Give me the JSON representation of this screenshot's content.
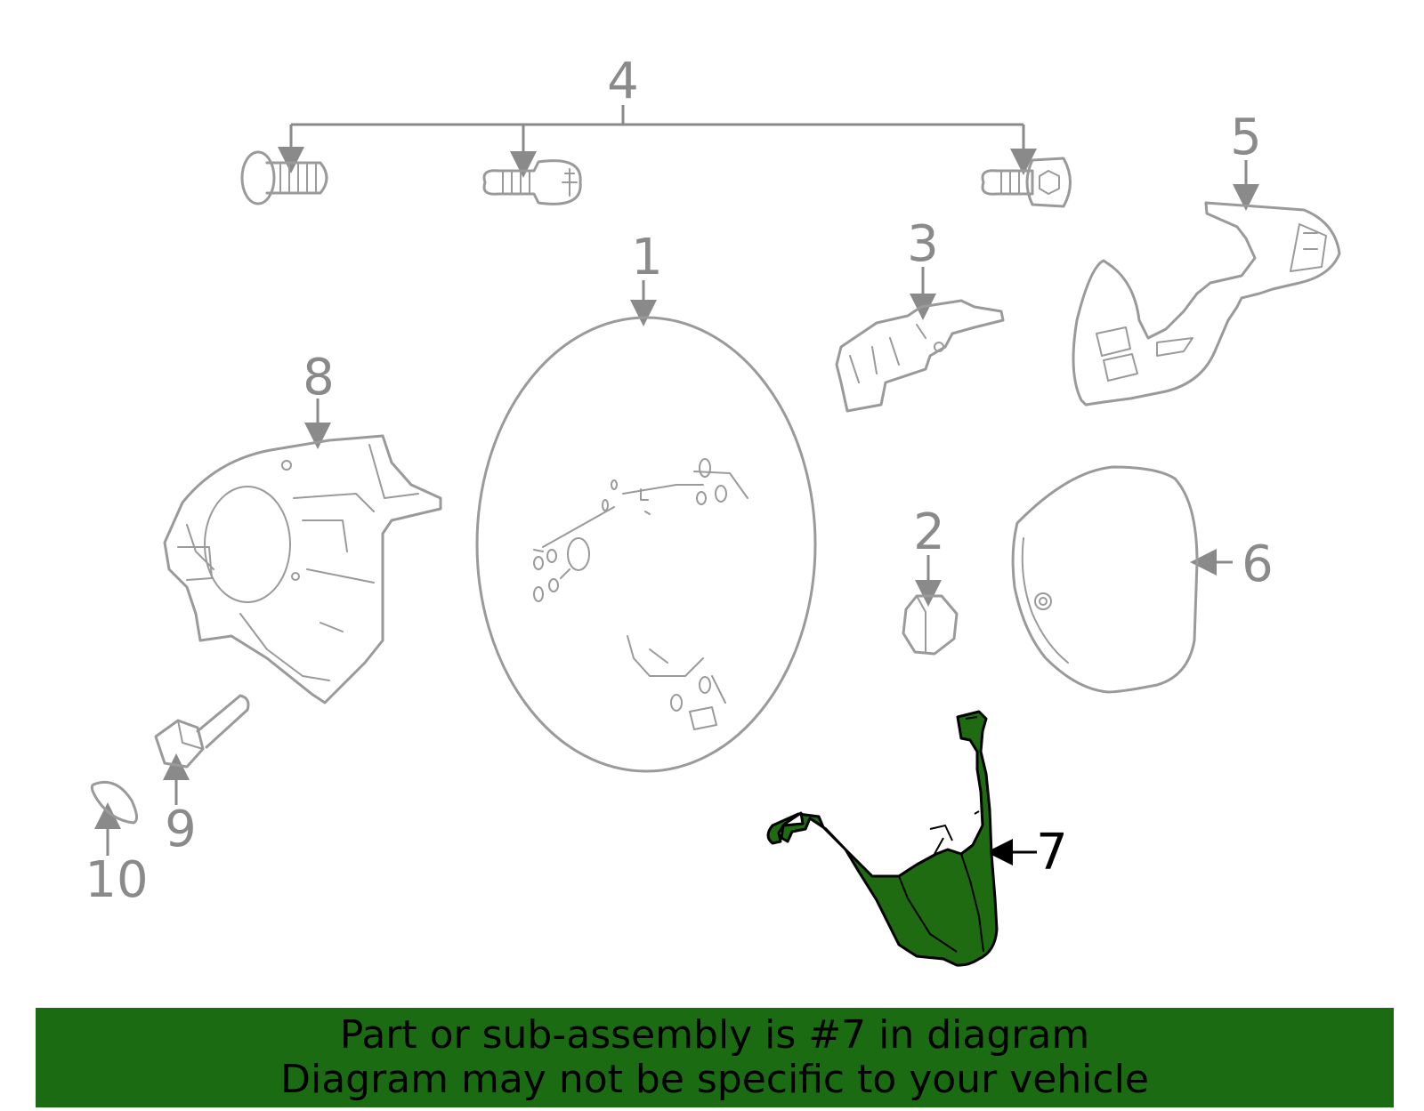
{
  "callouts": [
    {
      "id": "1",
      "label": "1",
      "highlight": false
    },
    {
      "id": "2",
      "label": "2",
      "highlight": false
    },
    {
      "id": "3",
      "label": "3",
      "highlight": false
    },
    {
      "id": "4",
      "label": "4",
      "highlight": false
    },
    {
      "id": "5",
      "label": "5",
      "highlight": false
    },
    {
      "id": "6",
      "label": "6",
      "highlight": false
    },
    {
      "id": "7",
      "label": "7",
      "highlight": true
    },
    {
      "id": "8",
      "label": "8",
      "highlight": false
    },
    {
      "id": "9",
      "label": "9",
      "highlight": false
    },
    {
      "id": "10",
      "label": "10",
      "highlight": false
    }
  ],
  "highlight_color": "#1b6b12",
  "banner": {
    "line1": "Part or sub-assembly is #7 in diagram",
    "line2": "Diagram may not be specific to your vehicle"
  }
}
